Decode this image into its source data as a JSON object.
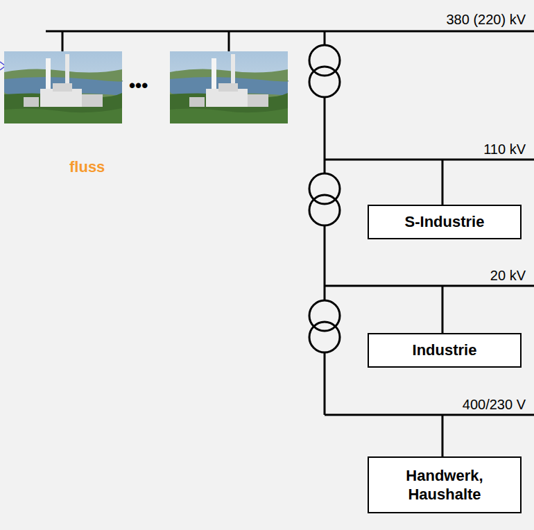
{
  "diagram": {
    "nodes": [
      {
        "text": [
          "S-Industrie"
        ]
      },
      {
        "text": [
          "Industrie"
        ]
      },
      {
        "text": [
          "Handwerk, Haushalte"
        ]
      }
    ],
    "labels": [
      "380 (220) kV",
      "110 kV",
      "20 kV",
      "400/230 V",
      "•••",
      "fluss"
    ]
  }
}
